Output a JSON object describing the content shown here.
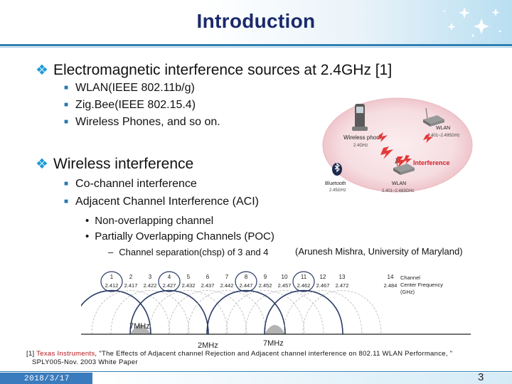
{
  "slide": {
    "title": "Introduction",
    "bullets": [
      {
        "text": "Electromagnetic interference sources at 2.4GHz [1]",
        "sub": [
          "WLAN(IEEE 802.11b/g)",
          "Zig.Bee(IEEE 802.15.4)",
          "Wireless Phones, and so on."
        ]
      },
      {
        "text": "Wireless interference",
        "sub": [
          "Co-channel interference",
          "Adjacent Channel Interference (ACI)"
        ],
        "subsub": [
          "Non-overlapping channel",
          "Partially Overlapping Channels (POC)"
        ],
        "detail": "Channel separation(chsp) of 3 and 4"
      }
    ],
    "credit": "(Arunesh Mishra, University of Maryland)",
    "reference": {
      "prefix": "[1] ",
      "org": "Texas Instruments",
      "rest": ", \"The Effects of Adjacent channel Rejection and Adjacent channel interference on 802.11 WLAN Performance, \"",
      "line2": "SPLY005-Nov. 2003 White Paper"
    },
    "date": "2018/3/17",
    "page": "3"
  },
  "figure_interference": {
    "wireless_phone": "Wireless phone",
    "wireless_phone_freq": "2.4GHz",
    "wlan_top": "WLAN",
    "wlan_top_freq": "2.401~2.495GHz",
    "interference": "Interference",
    "bluetooth": "Bluetooth",
    "bluetooth_freq": "2.45GHz",
    "wlan_bottom": "WLAN",
    "wlan_bottom_freq": "2.401~2.483GHz",
    "colors": {
      "halo": "#f3d2d6",
      "bolt": "#e23a3a",
      "interference_text": "#d21f2a"
    }
  },
  "figure_channels": {
    "channels": [
      "1",
      "2",
      "3",
      "4",
      "5",
      "6",
      "7",
      "8",
      "9",
      "10",
      "11",
      "12",
      "13",
      "14"
    ],
    "frequencies": [
      "2.412",
      "2.417",
      "2.422",
      "2.427",
      "2.432",
      "2.437",
      "2.442",
      "2.447",
      "2.452",
      "2.457",
      "2.462",
      "2.467",
      "2.472",
      "2.484"
    ],
    "circled_channels": [
      "1",
      "4",
      "8",
      "11"
    ],
    "legend_line1": "Channel",
    "legend_line2": "Center Frequency",
    "legend_line3": "(GHz)",
    "label_left": "7MHz",
    "label_mid": "2MHz",
    "label_right": "7MHz"
  }
}
